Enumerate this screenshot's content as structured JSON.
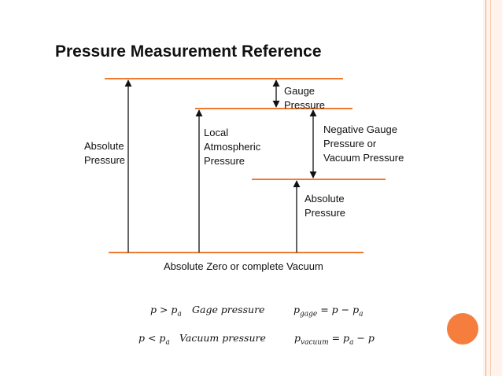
{
  "slide": {
    "title": "Pressure Measurement Reference",
    "accent_color": "#f57e3f",
    "line_color": "#f07a30"
  },
  "diagram": {
    "labels": {
      "gauge_pressure": "Gauge\nPressure",
      "local_atmospheric": "Local\nAtmospheric\nPressure",
      "absolute_pressure_left": "Absolute\nPressure",
      "negative_gauge": "Negative Gauge\nPressure or\nVacuum Pressure",
      "absolute_pressure_right": "Absolute\nPressure",
      "absolute_zero": "Absolute Zero or complete Vacuum"
    }
  },
  "formulas": {
    "gage_condition_lhs": "p > p",
    "gage_condition_sub": "a",
    "gage_name": "Gage pressure",
    "gage_eq_lhs": "p",
    "gage_eq_sub": "gage",
    "gage_eq_rhs_a": " = p − p",
    "gage_eq_rhs_sub": "a",
    "vacuum_condition_lhs": "p < p",
    "vacuum_condition_sub": "a",
    "vacuum_name": "Vacuum pressure",
    "vacuum_eq_lhs": "p",
    "vacuum_eq_sub": "vacuum",
    "vacuum_eq_rhs_a": " = p",
    "vacuum_eq_rhs_sub": "a",
    "vacuum_eq_rhs_b": " − p"
  }
}
